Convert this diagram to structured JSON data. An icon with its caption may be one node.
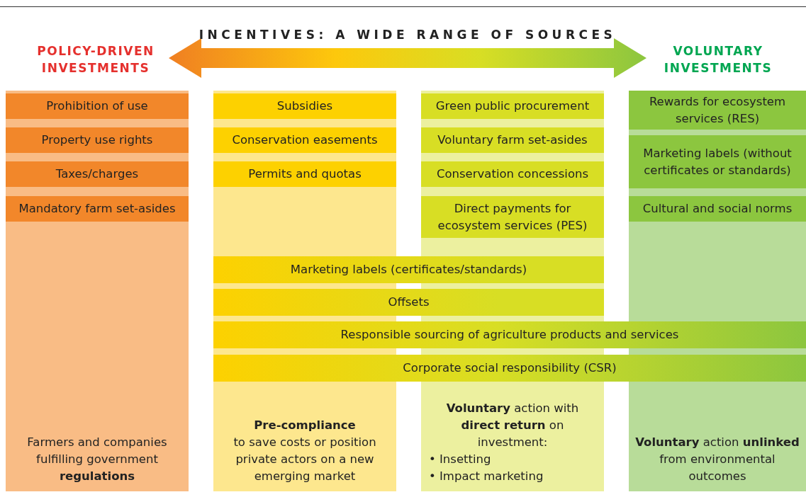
{
  "diagram": {
    "title": "INCENTIVES: A WIDE RANGE OF SOURCES",
    "nodes": [
      {
        "text": [
          "Farmers and companies fulfilling government **regulations**"
        ]
      },
      {
        "text": [
          "Prohibition of use"
        ],
        "in": 0
      },
      {
        "text": [
          "Property use rights"
        ],
        "in": 0
      },
      {
        "text": [
          "Taxes/charges"
        ],
        "in": 0
      },
      {
        "text": [
          "Mandatory farm set-asides"
        ],
        "in": 0
      },
      {
        "text": [
          "**Pre-compliance**",
          "to save costs or position private actors on a new emerging market"
        ]
      },
      {
        "text": [
          "Subsidies"
        ],
        "in": 5
      },
      {
        "text": [
          "Conservation easements"
        ],
        "in": 5
      },
      {
        "text": [
          "Permits and quotas"
        ],
        "in": 5
      },
      {
        "text": [
          "**Voluntary** action with **direct return** on investment:",
          "• Insetting",
          "• Impact marketing"
        ]
      },
      {
        "text": [
          "Green public procurement"
        ],
        "in": 9
      },
      {
        "text": [
          "Voluntary farm set-asides"
        ],
        "in": 9
      },
      {
        "text": [
          "Conservation concessions"
        ],
        "in": 9
      },
      {
        "text": [
          "Direct payments for ecosystem services (PES)"
        ],
        "in": 9
      },
      {
        "text": [
          "**Voluntary** action **unlinked** from environmental outcomes"
        ]
      },
      {
        "text": [
          "Rewards for ecosystem services (RES)"
        ],
        "in": 14
      },
      {
        "text": [
          "Marketing labels (without certificates or standards)"
        ],
        "in": 14
      },
      {
        "text": [
          "Cultural and social norms"
        ],
        "in": 14
      },
      {
        "text": [
          "Marketing labels (certificates/standards)"
        ]
      },
      {
        "text": [
          "Offsets"
        ]
      },
      {
        "text": [
          "Responsible sourcing of agriculture products and services"
        ]
      },
      {
        "text": [
          "Corporate social responsibility (CSR)"
        ]
      }
    ],
    "labels": [
      "POLICY-DRIVEN INVESTMENTS",
      "VOLUNTARY INVESTMENTS"
    ]
  }
}
